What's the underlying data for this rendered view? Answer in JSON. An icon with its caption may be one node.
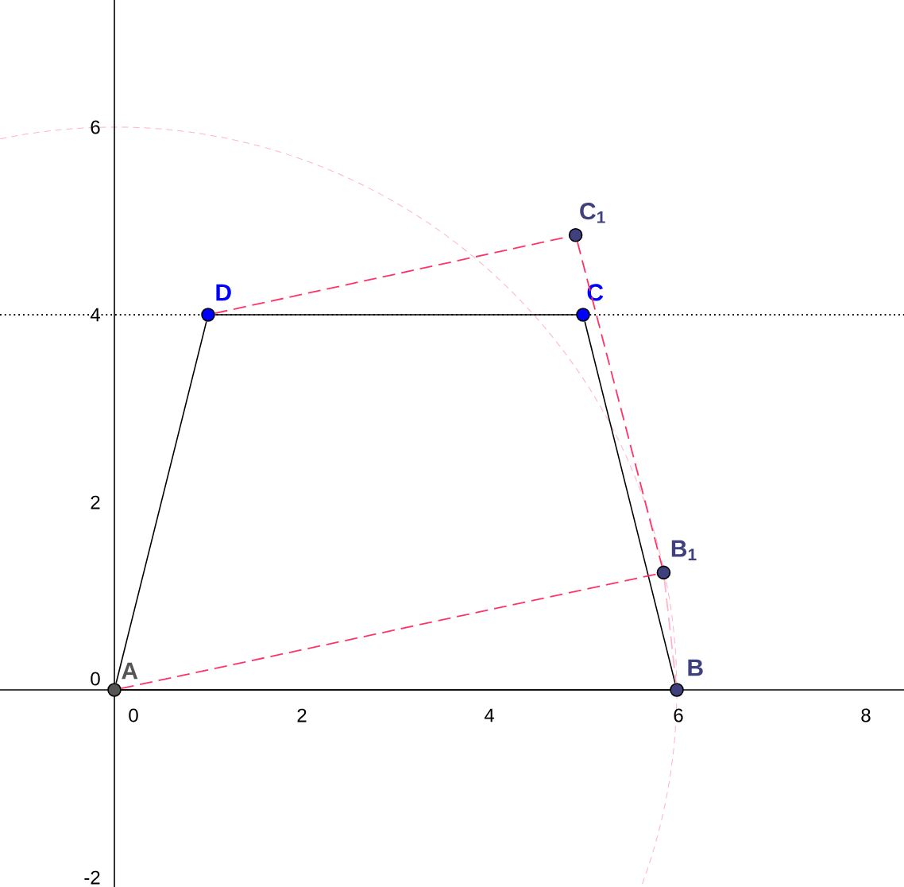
{
  "diagram": {
    "nodes": [
      {
        "text": [],
        "shape": "circle",
        "beside": [
          "A"
        ]
      },
      {
        "text": [],
        "shape": "circle",
        "beside": [
          "B"
        ]
      },
      {
        "text": [],
        "shape": "circle",
        "beside": [
          "C"
        ]
      },
      {
        "text": [],
        "shape": "circle",
        "beside": [
          "D"
        ]
      },
      {
        "text": [],
        "shape": "circle",
        "beside": [
          "C$_{1}$"
        ]
      },
      {
        "text": [],
        "shape": "circle",
        "beside": [
          "B$_{1}$"
        ]
      }
    ],
    "edges": [
      {
        "from": 0,
        "to": 1,
        "arrow": "none"
      },
      {
        "from": 1,
        "to": 2,
        "arrow": "none"
      },
      {
        "from": 2,
        "to": 3,
        "arrow": "none"
      },
      {
        "from": 3,
        "to": 0,
        "arrow": "none"
      },
      {
        "from": 0,
        "to": 5,
        "arrow": "none",
        "style": "dashed",
        "color": "#ff3366"
      },
      {
        "from": 3,
        "to": 4,
        "arrow": "none",
        "style": "dashed",
        "color": "#ff3366"
      },
      {
        "from": 4,
        "to": 5,
        "arrow": "none",
        "style": "dashed",
        "color": "#ff3366"
      },
      {
        "from": 5,
        "to": 1,
        "arrow": "none",
        "style": "dashed",
        "color": "#ffb3c6"
      }
    ],
    "labels": [
      "6",
      "4",
      "2",
      "0",
      "0",
      "2",
      "4",
      "6",
      "8",
      "-2"
    ]
  }
}
